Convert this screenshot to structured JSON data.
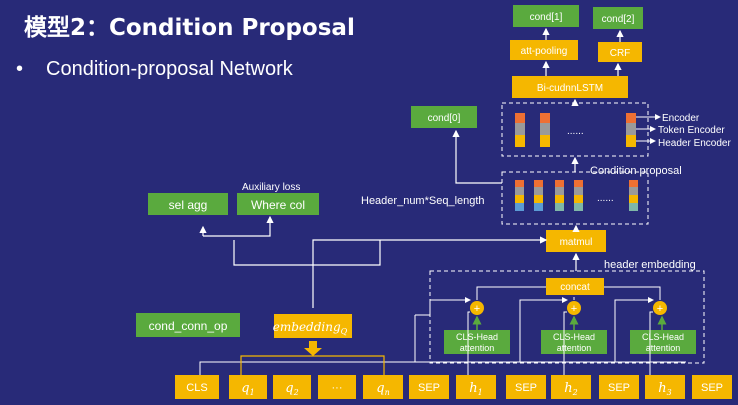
{
  "slide": {
    "title": "模型2：Condition Proposal",
    "bullet": "Condition-proposal Network"
  },
  "diagram": {
    "outputs": {
      "cond1": "cond[1]",
      "cond2": "cond[2]",
      "att_pooling": "att-pooling",
      "crf": "CRF",
      "bilstm": "Bi-cudnnLSTM",
      "cond0": "cond[0]"
    },
    "encoders": {
      "encoder": "Encoder",
      "token_encoder": "Token Encoder",
      "header_encoder": "Header Encoder",
      "ellipsis_top": "......",
      "ellipsis_mid": "......"
    },
    "labels": {
      "condition_proposal": "Condition proposal",
      "header_num_seq": "Header_num*Seq_length",
      "auxiliary_loss": "Auxiliary loss",
      "header_embedding": "header embedding"
    },
    "boxes": {
      "sel_agg": "sel agg",
      "where_col": "Where col",
      "matmul": "matmul",
      "concat": "concat",
      "cond_conn_op": "cond_conn_op",
      "embedding_q": "embedding",
      "embedding_q_sub": "Q",
      "cls_head_1": "CLS-Head",
      "cls_head_2": "CLS-Head",
      "cls_head_3": "CLS-Head",
      "attention": "attention"
    },
    "tokens": {
      "cls": "CLS",
      "q1": "q",
      "q2": "q",
      "qdots": "···",
      "qn": "q",
      "sep": "SEP",
      "h": "h",
      "sub1": "1",
      "sub2": "2",
      "subn": "n",
      "sub3": "3"
    },
    "colors": {
      "background": "#282a78",
      "green": "#5aaa3e",
      "yellow": "#f5b700",
      "orange": "#ee7033",
      "gray": "#9a9a9a",
      "blue": "#5b9bd5",
      "teal": "#7fb7a8"
    }
  }
}
